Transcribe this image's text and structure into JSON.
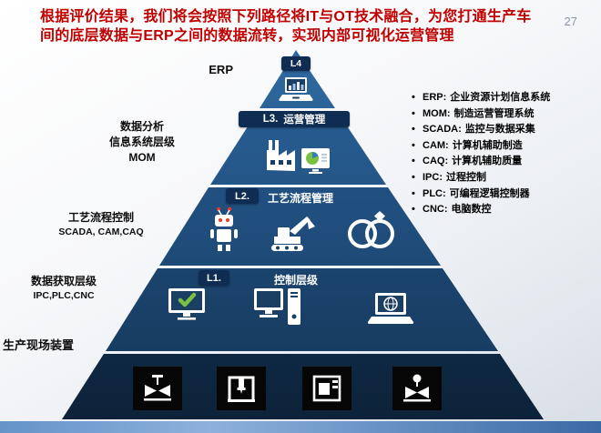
{
  "slide": {
    "page_number": "27",
    "title_line1": "根据评价结果，我们将会按照下列路径将IT与OT技术融合，为您打通生产车",
    "title_line2": "间的底层数据与ERP之间的数据流转，实现内部可视化运营管理"
  },
  "pyramid": {
    "l4_badge": "L4",
    "l3_badge": "L3.",
    "l3_title": "运营管理",
    "l2_badge": "L2.",
    "l2_title": "工艺流程管理",
    "l1_badge": "L1.",
    "l1_title": "控制层级"
  },
  "side_labels": {
    "erp": "ERP",
    "analysis_line1": "数据分析",
    "analysis_line2": "信息系统层级",
    "analysis_line3": "MOM",
    "process_line1": "工艺流程控制",
    "process_line2": "SCADA, CAM,CAQ",
    "acquisition_line1": "数据获取层级",
    "acquisition_line2": "IPC,PLC,CNC",
    "field_devices": "生产现场装置"
  },
  "legend": {
    "bullet": "•",
    "items": [
      {
        "term": "ERP:",
        "desc": "企业资源计划信息系统"
      },
      {
        "term": "MOM:",
        "desc": "制造运营管理系统"
      },
      {
        "term": "SCADA:",
        "desc": "监控与数据采集"
      },
      {
        "term": "CAM:",
        "desc": "计算机辅助制造"
      },
      {
        "term": "CAQ:",
        "desc": "计算机辅助质量"
      },
      {
        "term": "IPC:",
        "desc": "过程控制"
      },
      {
        "term": "PLC:",
        "desc": "可编程逻辑控制器"
      },
      {
        "term": "CNC:",
        "desc": "电脑数控"
      }
    ]
  },
  "icons": {
    "level4": "laptop-chart",
    "level3": [
      "factory",
      "pie-chart-screen"
    ],
    "level2": [
      "robot",
      "excavator",
      "rings-diamond"
    ],
    "level1": [
      "monitor-check",
      "desktop-computer",
      "laptop-globe"
    ],
    "level0": [
      "valve",
      "cnc-mill",
      "machining-center",
      "control-valve"
    ]
  },
  "colors": {
    "title_red": "#C00000",
    "pyramid_blue": "#1F4E79",
    "badge_navy": "#0F2D52",
    "check_green": "#7AC143",
    "bottom_bar_blue": "#3A6AA5"
  }
}
